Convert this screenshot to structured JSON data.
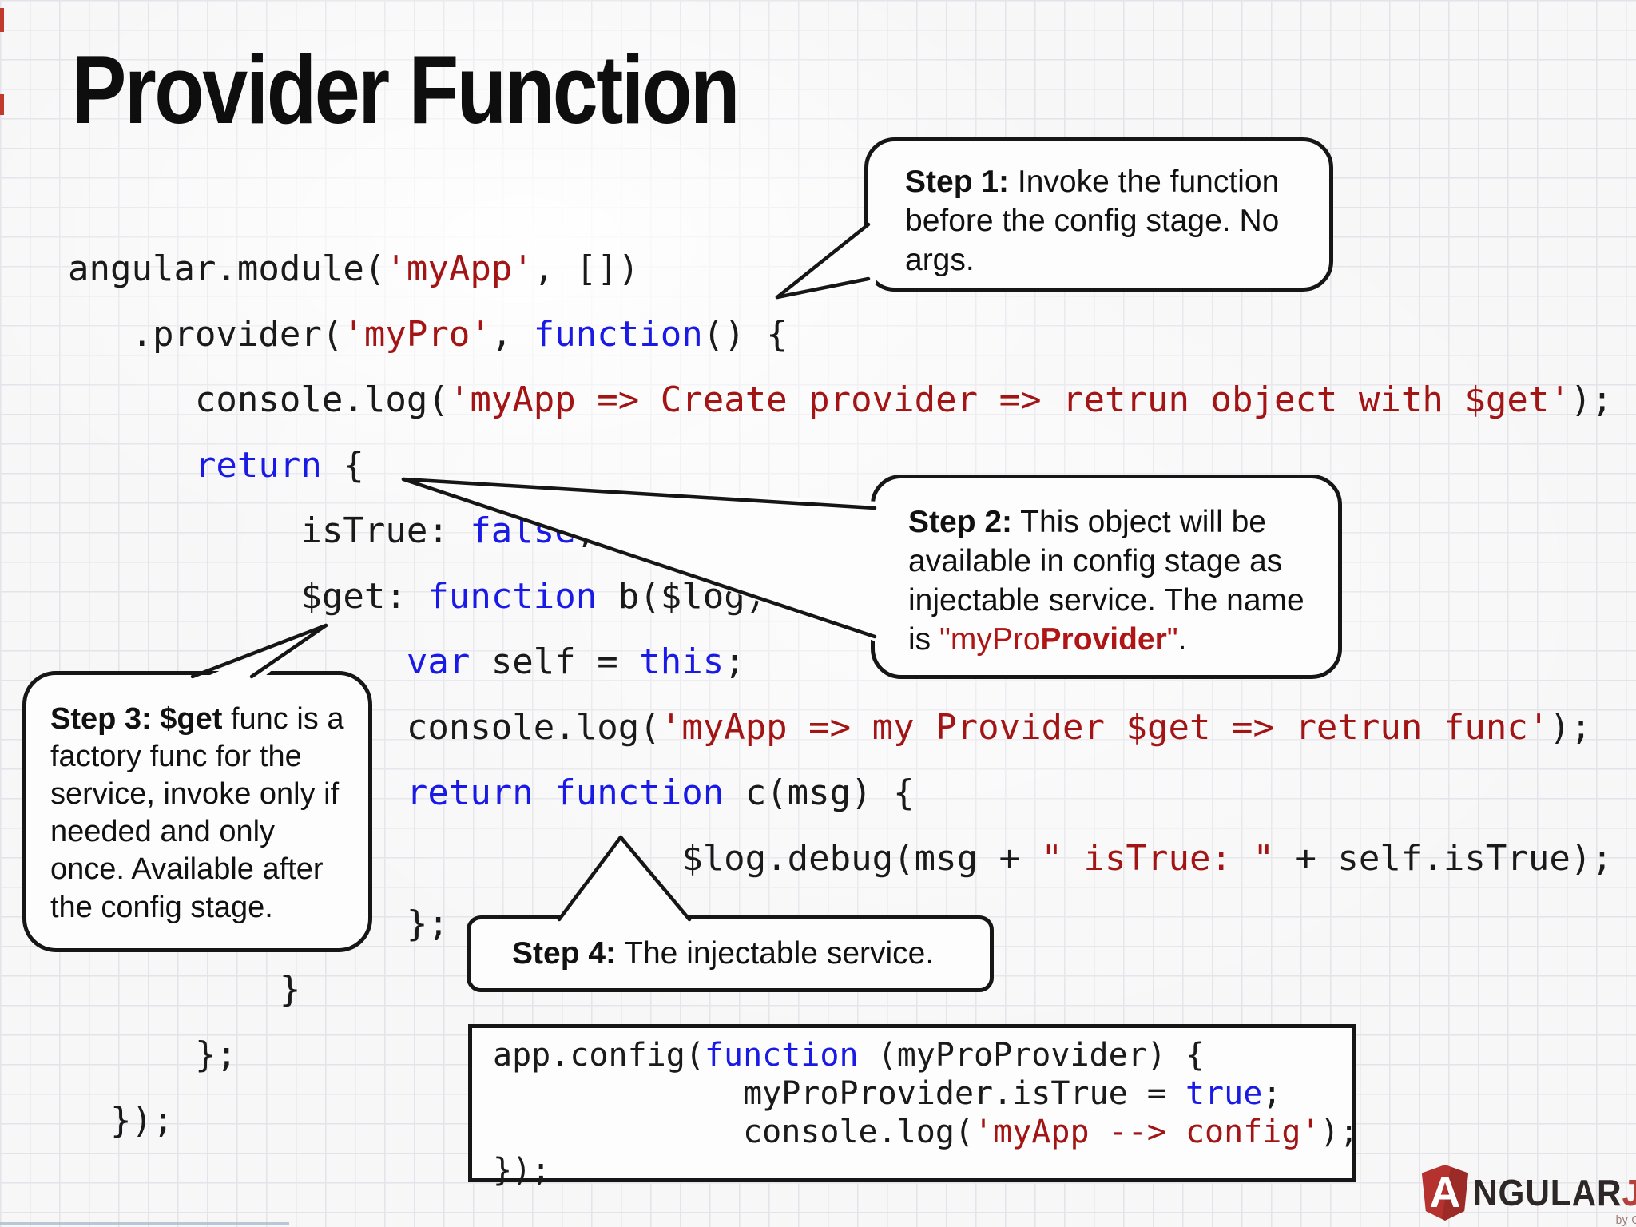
{
  "title": "Provider Function",
  "colors": {
    "code_text": "#1a1a1a",
    "string_red": "#a31515",
    "keyword_blue": "#1a1ae6",
    "callout_border": "#161616",
    "callout_accent_red": "#b01515",
    "logo_red": "#b5322f",
    "logo_dark": "#2d2827"
  },
  "code": {
    "lines": [
      {
        "indent": 0,
        "segs": [
          [
            "k",
            "angular.module("
          ],
          [
            "s",
            "'myApp'"
          ],
          [
            "k",
            ", [])"
          ]
        ]
      },
      {
        "indent": 3,
        "segs": [
          [
            "k",
            ".provider("
          ],
          [
            "s",
            "'myPro'"
          ],
          [
            "k",
            ", "
          ],
          [
            "b",
            "function"
          ],
          [
            "k",
            "() {"
          ]
        ]
      },
      {
        "indent": 6,
        "segs": [
          [
            "k",
            "console.log("
          ],
          [
            "s",
            "'myApp => Create provider => retrun object with $get'"
          ],
          [
            "k",
            ");"
          ]
        ]
      },
      {
        "indent": 6,
        "segs": [
          [
            "b",
            "return"
          ],
          [
            "k",
            " {"
          ]
        ]
      },
      {
        "indent": 11,
        "segs": [
          [
            "k",
            "isTrue: "
          ],
          [
            "b",
            "false"
          ],
          [
            "k",
            ","
          ]
        ]
      },
      {
        "indent": 11,
        "segs": [
          [
            "k",
            "$get: "
          ],
          [
            "b",
            "function"
          ],
          [
            "k",
            " b($log) {"
          ]
        ]
      },
      {
        "indent": 16,
        "segs": [
          [
            "b",
            "var"
          ],
          [
            "k",
            " self = "
          ],
          [
            "b",
            "this"
          ],
          [
            "k",
            ";"
          ]
        ]
      },
      {
        "indent": 16,
        "segs": [
          [
            "k",
            "console.log("
          ],
          [
            "s",
            "'myApp => my Provider $get => retrun func'"
          ],
          [
            "k",
            ");"
          ]
        ]
      },
      {
        "indent": 16,
        "segs": [
          [
            "b",
            "return function"
          ],
          [
            "k",
            " c(msg) {"
          ]
        ]
      },
      {
        "indent": 29,
        "segs": [
          [
            "k",
            "$log.debug(msg + "
          ],
          [
            "s",
            "\" isTrue: \""
          ],
          [
            "k",
            " + self.isTrue);"
          ]
        ]
      },
      {
        "indent": 16,
        "segs": [
          [
            "k",
            "};"
          ]
        ]
      },
      {
        "indent": 10,
        "segs": [
          [
            "k",
            "}"
          ]
        ]
      },
      {
        "indent": 6,
        "segs": [
          [
            "k",
            "};"
          ]
        ]
      },
      {
        "indent": 2,
        "segs": [
          [
            "k",
            "});"
          ]
        ]
      }
    ]
  },
  "callouts": {
    "step1": {
      "segs": [
        [
          "b",
          "Step 1:"
        ],
        [
          "r",
          " Invoke the function before the config stage. No args."
        ]
      ]
    },
    "step2": {
      "segs": [
        [
          "b",
          "Step 2:"
        ],
        [
          "r",
          " This object will be available in config stage as injectable service. The name is "
        ],
        [
          "sr",
          "\"myPro"
        ],
        [
          "sb",
          "Provider"
        ],
        [
          "sr",
          "\""
        ],
        [
          "r",
          "."
        ]
      ]
    },
    "step3": {
      "segs": [
        [
          "b",
          "Step 3: $get"
        ],
        [
          "r",
          " func is a factory func for the service, invoke only if needed and only once. Available after the config stage."
        ]
      ]
    },
    "step4": {
      "segs": [
        [
          "b",
          "Step 4:"
        ],
        [
          "r",
          " The injectable service."
        ]
      ]
    }
  },
  "config_box": {
    "lines": [
      {
        "indent": 0,
        "segs": [
          [
            "k",
            "app.config("
          ],
          [
            "b",
            "function"
          ],
          [
            "k",
            " (myProProvider) {"
          ]
        ]
      },
      {
        "indent": 13,
        "segs": [
          [
            "k",
            "myProProvider.isTrue = "
          ],
          [
            "b",
            "true"
          ],
          [
            "k",
            ";"
          ]
        ]
      },
      {
        "indent": 13,
        "segs": [
          [
            "k",
            "console.log("
          ],
          [
            "s",
            "'myApp --> config'"
          ],
          [
            "k",
            ");"
          ]
        ]
      },
      {
        "indent": 0,
        "segs": [
          [
            "k",
            "});"
          ]
        ]
      }
    ]
  },
  "logo": {
    "shield_letter": "A",
    "name_rest": "NGULAR",
    "suffix": "JS",
    "byline": "by Google"
  }
}
